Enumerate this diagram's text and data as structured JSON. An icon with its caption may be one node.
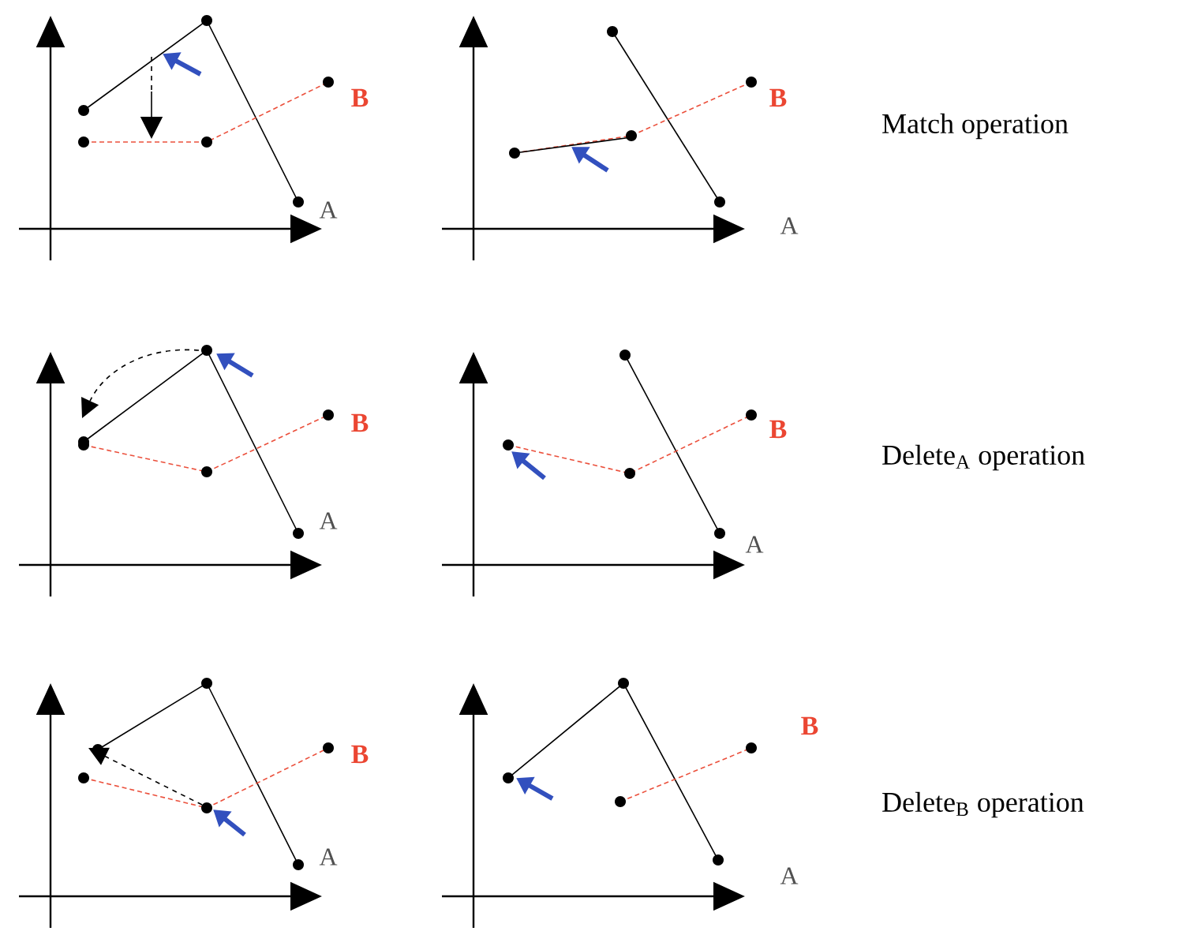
{
  "diagram": {
    "labels": [
      "B",
      "A",
      "B",
      "A",
      "Match operation",
      "B",
      "A",
      "B",
      "A",
      "Delete$_{A}$ operation",
      "B",
      "A",
      "B",
      "A",
      "Delete$_{B}$ operation"
    ]
  }
}
